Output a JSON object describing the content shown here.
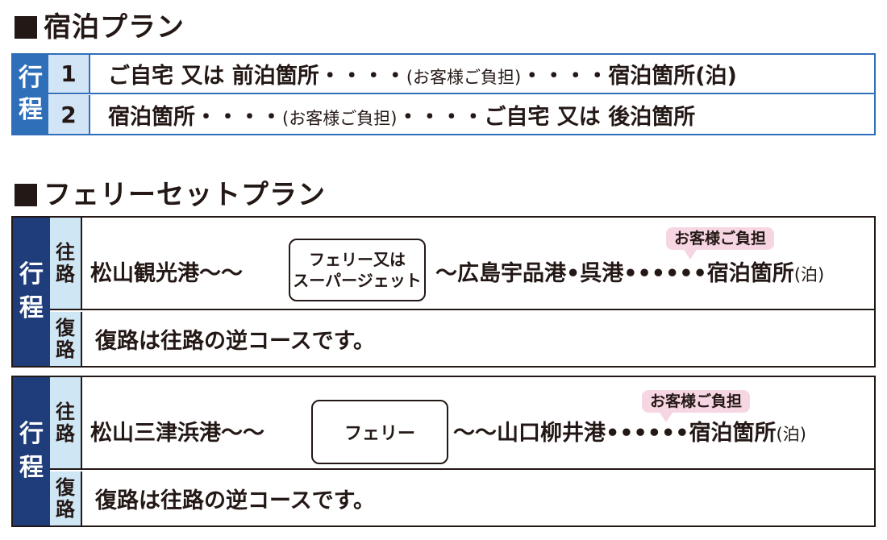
{
  "section1": {
    "heading": "宿泊プラン",
    "side_top": "行",
    "side_bottom": "程",
    "rows": [
      {
        "num": "1",
        "a": "ご自宅 又は 前泊箇所・・・・",
        "b": "(お客様ご負担)",
        "c": "・・・・宿泊箇所(泊)"
      },
      {
        "num": "2",
        "a": "宿泊箇所・・・・",
        "b": "(お客様ご負担)",
        "c": "・・・・ご自宅 又は 後泊箇所"
      }
    ]
  },
  "section2": {
    "heading": "フェリーセットプラン",
    "tables": [
      {
        "side_top": "行",
        "side_bottom": "程",
        "outbound_label": [
          "往",
          "路"
        ],
        "return_label": [
          "復",
          "路"
        ],
        "route_start": "松山観光港〜〜",
        "box_line1": "フェリー又は",
        "box_line2": "スーパージェット",
        "route_end_main": "〜広島宇品港•呉港••••••宿泊箇所",
        "route_end_small": "(泊)",
        "bubble": "お客様ご負担",
        "return_text": "復路は往路の逆コースです。"
      },
      {
        "side_top": "行",
        "side_bottom": "程",
        "outbound_label": [
          "往",
          "路"
        ],
        "return_label": [
          "復",
          "路"
        ],
        "route_start": "松山三津浜港〜〜",
        "box_line1": "フェリー",
        "route_end_main": "〜〜山口柳井港••••••宿泊箇所",
        "route_end_small": "(泊)",
        "bubble": "お客様ご負担",
        "return_text": "復路は往路の逆コースです。"
      }
    ]
  }
}
